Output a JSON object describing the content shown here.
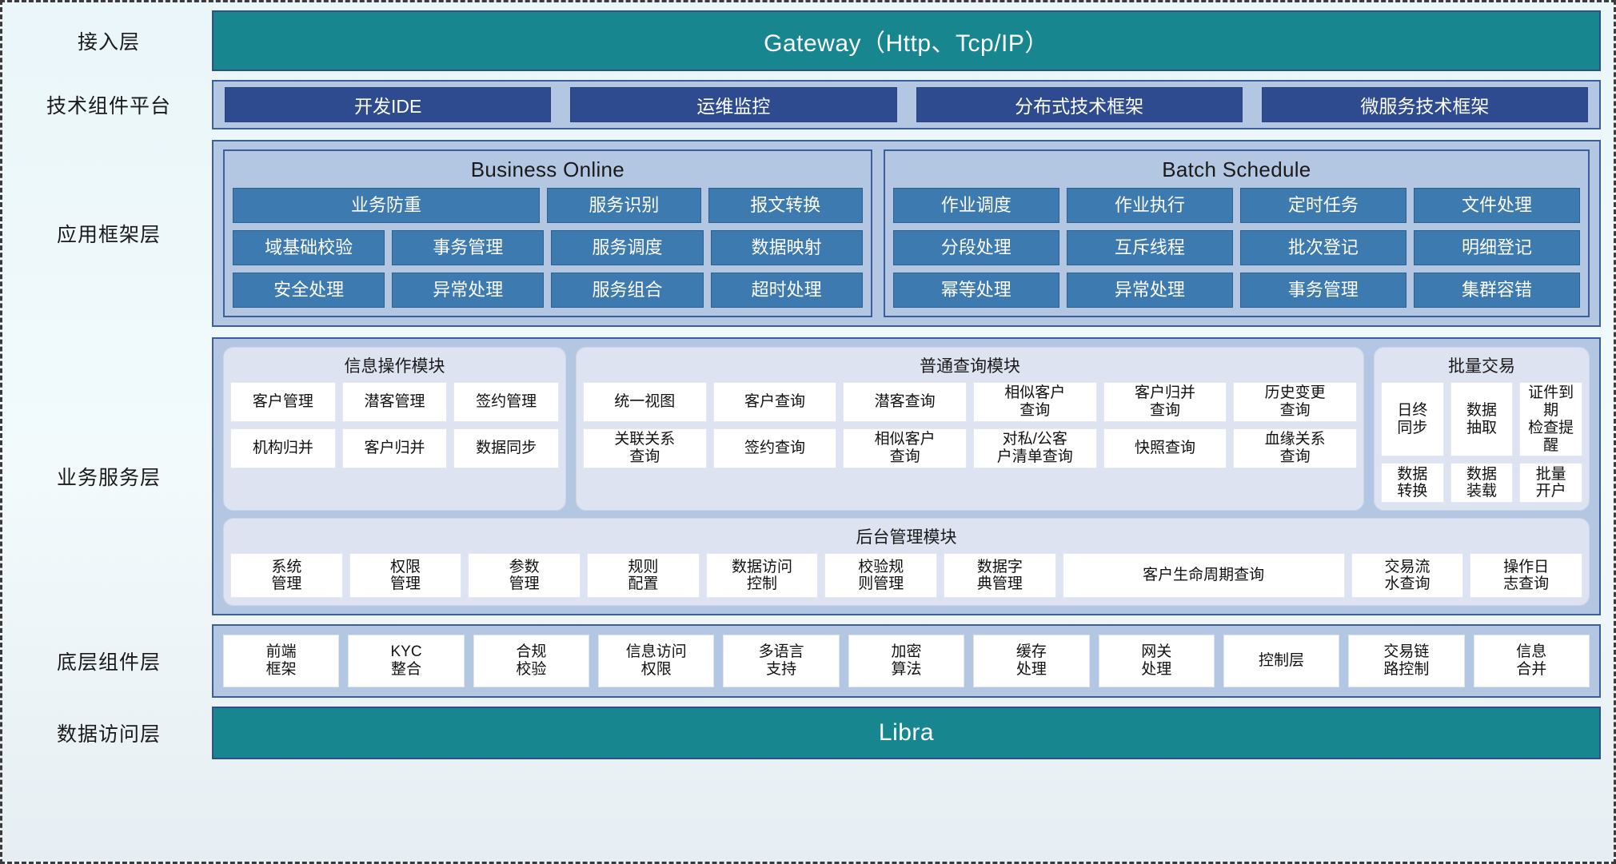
{
  "layers": {
    "access": "接入层",
    "tech_platform": "技术组件平台",
    "app_framework": "应用框架层",
    "business_service": "业务服务层",
    "component": "底层组件层",
    "data_access": "数据访问层"
  },
  "gateway": {
    "label": "Gateway（Http、Tcp/IP）"
  },
  "libra": {
    "label": "Libra"
  },
  "tech_platform": {
    "items": [
      {
        "label": "开发IDE"
      },
      {
        "label": "运维监控"
      },
      {
        "label": "分布式技术框架"
      },
      {
        "label": "微服务技术框架"
      }
    ]
  },
  "app_framework": {
    "business_online": {
      "title": "Business Online",
      "rows": [
        [
          {
            "label": "业务防重",
            "wide": true
          },
          {
            "label": "服务识别"
          },
          {
            "label": "报文转换"
          }
        ],
        [
          {
            "label": "域基础校验"
          },
          {
            "label": "事务管理"
          },
          {
            "label": "服务调度"
          },
          {
            "label": "数据映射"
          }
        ],
        [
          {
            "label": "安全处理"
          },
          {
            "label": "异常处理"
          },
          {
            "label": "服务组合"
          },
          {
            "label": "超时处理"
          }
        ]
      ]
    },
    "batch_schedule": {
      "title": "Batch Schedule",
      "rows": [
        [
          {
            "label": "作业调度"
          },
          {
            "label": "作业执行"
          },
          {
            "label": "定时任务"
          },
          {
            "label": "文件处理"
          }
        ],
        [
          {
            "label": "分段处理"
          },
          {
            "label": "互斥线程"
          },
          {
            "label": "批次登记"
          },
          {
            "label": "明细登记"
          }
        ],
        [
          {
            "label": "幂等处理"
          },
          {
            "label": "异常处理"
          },
          {
            "label": "事务管理"
          },
          {
            "label": "集群容错"
          }
        ]
      ]
    }
  },
  "business_service": {
    "info_module": {
      "title": "信息操作模块",
      "rows": [
        [
          {
            "label": "客户管理"
          },
          {
            "label": "潜客管理"
          },
          {
            "label": "签约管理"
          }
        ],
        [
          {
            "label": "机构归并"
          },
          {
            "label": "客户归并"
          },
          {
            "label": "数据同步"
          }
        ]
      ]
    },
    "query_module": {
      "title": "普通查询模块",
      "rows": [
        [
          {
            "label": "统一视图"
          },
          {
            "label": "客户查询"
          },
          {
            "label": "潜客查询"
          },
          {
            "label": "相似客户\n查询"
          },
          {
            "label": "客户归并\n查询"
          },
          {
            "label": "历史变更\n查询"
          }
        ],
        [
          {
            "label": "关联关系\n查询"
          },
          {
            "label": "签约查询"
          },
          {
            "label": "相似客户\n查询"
          },
          {
            "label": "对私/公客\n户清单查询"
          },
          {
            "label": "快照查询"
          },
          {
            "label": "血缘关系\n查询"
          }
        ]
      ]
    },
    "batch_module": {
      "title": "批量交易",
      "rows": [
        [
          {
            "label": "日终\n同步"
          },
          {
            "label": "数据\n抽取"
          },
          {
            "label": "证件到期\n检查提醒"
          }
        ],
        [
          {
            "label": "数据\n转换"
          },
          {
            "label": "数据\n装载"
          },
          {
            "label": "批量\n开户"
          }
        ]
      ]
    },
    "admin_module": {
      "title": "后台管理模块",
      "rows": [
        [
          {
            "label": "系统\n管理"
          },
          {
            "label": "权限\n管理"
          },
          {
            "label": "参数\n管理"
          },
          {
            "label": "规则\n配置"
          },
          {
            "label": "数据访问\n控制"
          },
          {
            "label": "校验规\n则管理"
          },
          {
            "label": "数据字\n典管理"
          },
          {
            "label": "客户生命周期查询",
            "wide": true
          },
          {
            "label": "交易流\n水查询"
          },
          {
            "label": "操作日\n志查询"
          }
        ]
      ]
    }
  },
  "component_layer": {
    "items": [
      {
        "label": "前端\n框架"
      },
      {
        "label": "KYC\n整合"
      },
      {
        "label": "合规\n校验"
      },
      {
        "label": "信息访问\n权限"
      },
      {
        "label": "多语言\n支持"
      },
      {
        "label": "加密\n算法"
      },
      {
        "label": "缓存\n处理"
      },
      {
        "label": "网关\n处理"
      },
      {
        "label": "控制层"
      },
      {
        "label": "交易链\n路控制"
      },
      {
        "label": "信息\n合并"
      }
    ]
  },
  "colors": {
    "teal_banner": "#17868f",
    "dark_chip": "#2e4b8f",
    "steel_chip": "#3d7ab0",
    "shell_blue": "#b4c7e2",
    "module_panel": "#dde3f0",
    "border_blue": "#3c5e9c"
  }
}
